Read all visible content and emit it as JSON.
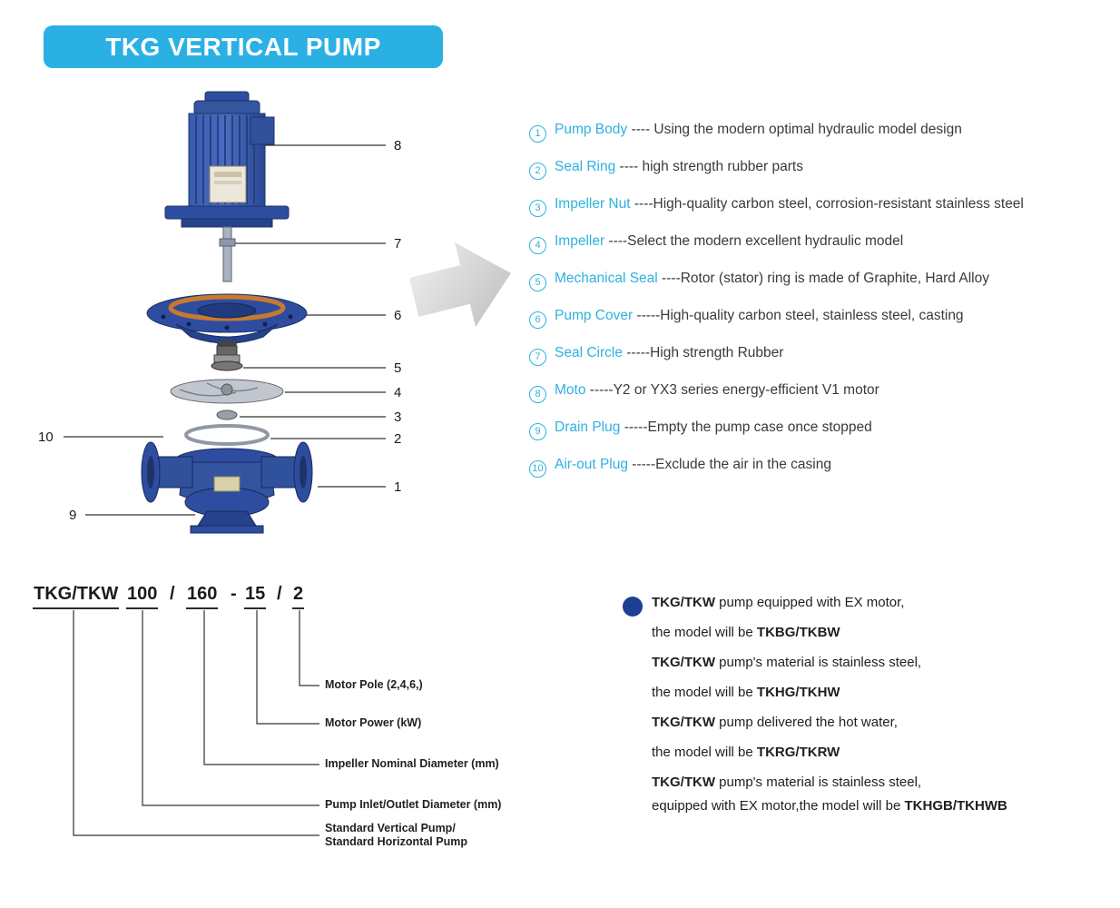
{
  "banner": {
    "title": "TKG VERTICAL PUMP"
  },
  "diagram": {
    "callouts": [
      "8",
      "7",
      "6",
      "5",
      "4",
      "3",
      "2",
      "1",
      "10",
      "9"
    ]
  },
  "parts_list": [
    {
      "num": "1",
      "name": "Pump Body",
      "desc": "---- Using the modern optimal hydraulic model design"
    },
    {
      "num": "2",
      "name": "Seal Ring",
      "desc": "---- high strength rubber parts"
    },
    {
      "num": "3",
      "name": "Impeller Nut",
      "desc": "----High-quality carbon steel, corrosion-resistant stainless steel"
    },
    {
      "num": "4",
      "name": "Impeller",
      "desc": "----Select the modern excellent hydraulic model"
    },
    {
      "num": "5",
      "name": "Mechanical Seal",
      "desc": "----Rotor (stator) ring is made of Graphite, Hard Alloy"
    },
    {
      "num": "6",
      "name": "Pump Cover",
      "desc": "-----High-quality carbon steel, stainless steel, casting"
    },
    {
      "num": "7",
      "name": "Seal Circle",
      "desc": "-----High strength Rubber"
    },
    {
      "num": "8",
      "name": "Moto",
      "desc": "-----Y2 or YX3 series energy-efficient V1 motor"
    },
    {
      "num": "9",
      "name": "Drain Plug",
      "desc": "-----Empty the pump case once stopped"
    },
    {
      "num": "10",
      "name": "Air-out Plug",
      "desc": "-----Exclude the air in the casing"
    }
  ],
  "nomenclature": {
    "model": {
      "series": "TKG/TKW",
      "inlet": "100",
      "sep1": "/",
      "impeller": "160",
      "sep2": "-",
      "power": "15",
      "sep3": "/",
      "pole": "2"
    },
    "labels": {
      "pole": "Motor Pole (2,4,6,)",
      "power": "Motor Power (kW)",
      "impeller": "Impeller Nominal Diameter (mm)",
      "inlet": "Pump Inlet/Outlet Diameter (mm)",
      "series1": "Standard Vertical Pump/",
      "series2": "Standard Horizontal Pump"
    }
  },
  "notes": [
    {
      "b1": "TKG/TKW",
      "mid": " pump equipped with EX motor,",
      "b2": ""
    },
    {
      "b1": "",
      "mid": "the model will be ",
      "b2": "TKBG/TKBW"
    },
    {
      "b1": "TKG/TKW",
      "mid": " pump's material is stainless steel,",
      "b2": ""
    },
    {
      "b1": "",
      "mid": "the model will be ",
      "b2": "TKHG/TKHW"
    },
    {
      "b1": "TKG/TKW",
      "mid": " pump delivered the hot water,",
      "b2": ""
    },
    {
      "b1": "",
      "mid": "the model will be ",
      "b2": "TKRG/TKRW"
    },
    {
      "b1": "TKG/TKW",
      "mid": " pump's material is stainless steel,",
      "b2": ""
    },
    {
      "b1": "",
      "mid": "equipped with EX motor,the model will be ",
      "b2": "TKHGB/TKHWB"
    }
  ],
  "colors": {
    "accent-cyan": "#2eb1e0",
    "banner-bg": "#2bb0e4",
    "pump-blue": "#2e4da0",
    "bullet-navy": "#1c3f94",
    "text-dark": "#333333"
  }
}
